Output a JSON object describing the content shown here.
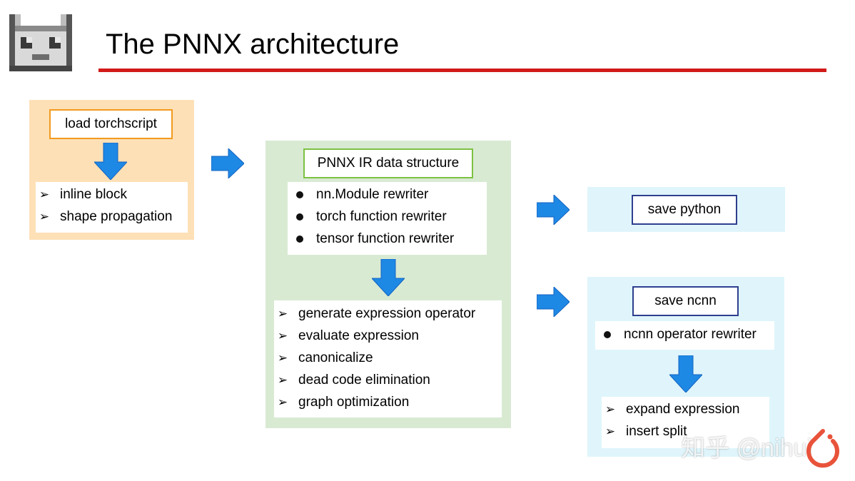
{
  "title": "The PNNX architecture",
  "colors": {
    "rule": "#d21a1a",
    "arrow": "#1e88e5",
    "orange_panel": "#fde0b6",
    "green_panel": "#d9ead3",
    "blue_panel": "#dff5fb"
  },
  "stage_load": {
    "header": "load torchscript",
    "items": [
      "inline block",
      "shape propagation"
    ]
  },
  "stage_ir": {
    "header": "PNNX IR data structure",
    "rewriters": [
      "nn.Module rewriter",
      "torch function rewriter",
      "tensor function rewriter"
    ],
    "passes": [
      "generate expression operator",
      "evaluate expression",
      "canonicalize",
      "dead code elimination",
      "graph optimization"
    ]
  },
  "stage_python": {
    "header": "save python"
  },
  "stage_ncnn": {
    "header": "save ncnn",
    "rewriters": [
      "ncnn operator rewriter"
    ],
    "passes": [
      "expand expression",
      "insert split"
    ]
  },
  "watermark": "知乎 @nihui",
  "icons": {
    "list_bullet": "arrowhead-bullet-icon",
    "dot_bullet": "dot-bullet-icon",
    "flow_arrow": "blue-arrow-icon"
  }
}
